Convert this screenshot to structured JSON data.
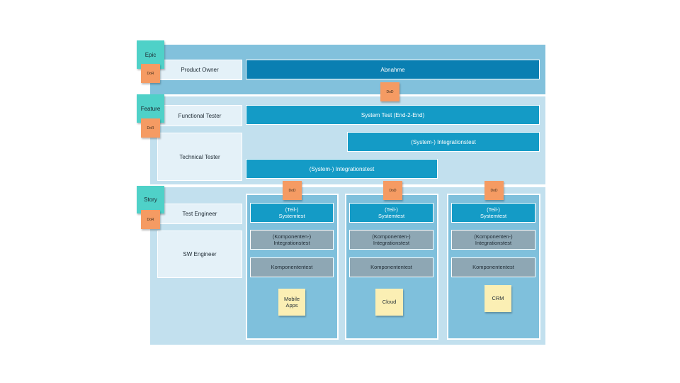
{
  "levels": {
    "epic": "Epic",
    "feature": "Feature",
    "story": "Story"
  },
  "roles": {
    "product_owner": "Product Owner",
    "functional_tester": "Functional Tester",
    "technical_tester": "Technical Tester",
    "test_engineer": "Test Engineer",
    "sw_engineer": "SW Engineer"
  },
  "bars": {
    "abnahme": "Abnahme",
    "system_test": "System Test (End-2-End)",
    "integration_upper": "(System-) Integrationstest",
    "integration_lower": "(System-) Integrationstest"
  },
  "notes": {
    "dor": "DoR",
    "dod": "DoD"
  },
  "columns": [
    {
      "systemtest": "(Teil-)\nSystemtest",
      "komponenten_integration": "(Komponenten-)\nIntegrationstest",
      "komponententest": "Komponententest",
      "component": "Mobile\nApps"
    },
    {
      "systemtest": "(Teil-)\nSystemtest",
      "komponenten_integration": "(Komponenten-)\nIntegrationstest",
      "komponententest": "Komponententest",
      "component": "Cloud"
    },
    {
      "systemtest": "(Teil-)\nSystemtest",
      "komponenten_integration": "(Komponenten-)\nIntegrationstest",
      "komponententest": "Komponententest",
      "component": "CRM"
    }
  ],
  "colors": {
    "epic_band": "#82c1dc",
    "feature_band": "#c2e0ee",
    "story_band": "#c2e0ee"
  }
}
